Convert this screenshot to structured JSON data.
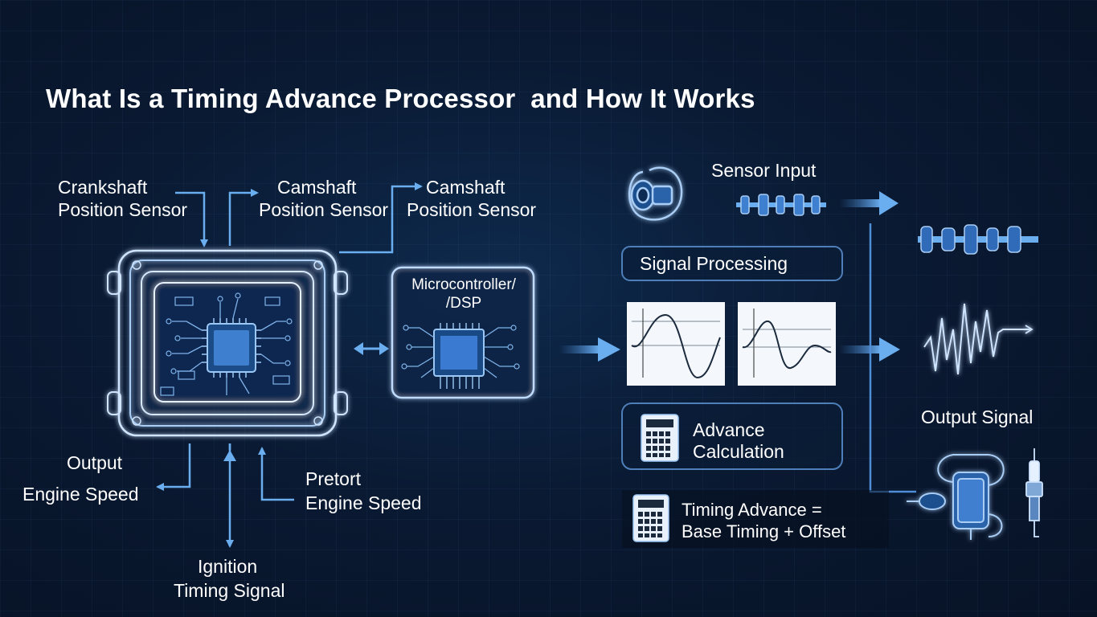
{
  "title": "What Is a Timing Advance Processor  and How It Works",
  "inputs": {
    "crankshaft_line1": "Crankshaft",
    "crankshaft_line2": "Position Sensor",
    "camshaft1_line1": "Camshaft",
    "camshaft1_line2": "Position Sensor",
    "camshaft2_line1": "Camshaft",
    "camshaft2_line2": "Position Sensor"
  },
  "outputs": {
    "output_line1": "Output",
    "output_line2": "Engine Speed",
    "pretort_line1": "Pretort",
    "pretort_line2": "Engine Speed",
    "ignition_line1": "Ignition",
    "ignition_line2": "Timing Signal"
  },
  "microcontroller": {
    "line1": "Microcontroller/",
    "line2": "/DSP"
  },
  "pipeline": {
    "sensor_input": "Sensor Input",
    "signal_processing": "Signal Processing",
    "advance_line1": "Advance",
    "advance_line2": "Calculation",
    "formula_line1": "Timing Advance =",
    "formula_line2": "Base Timing + Offset",
    "output_signal": "Output Signal"
  },
  "colors": {
    "accent": "#6aaef0",
    "line": "#5d95d6",
    "background": "#0a1a33"
  },
  "icons": [
    "sensor-icon",
    "camshaft-icon",
    "waveform-icon",
    "calculator-icon",
    "ignition-coil-icon",
    "spark-plug-icon",
    "chip-icon"
  ]
}
